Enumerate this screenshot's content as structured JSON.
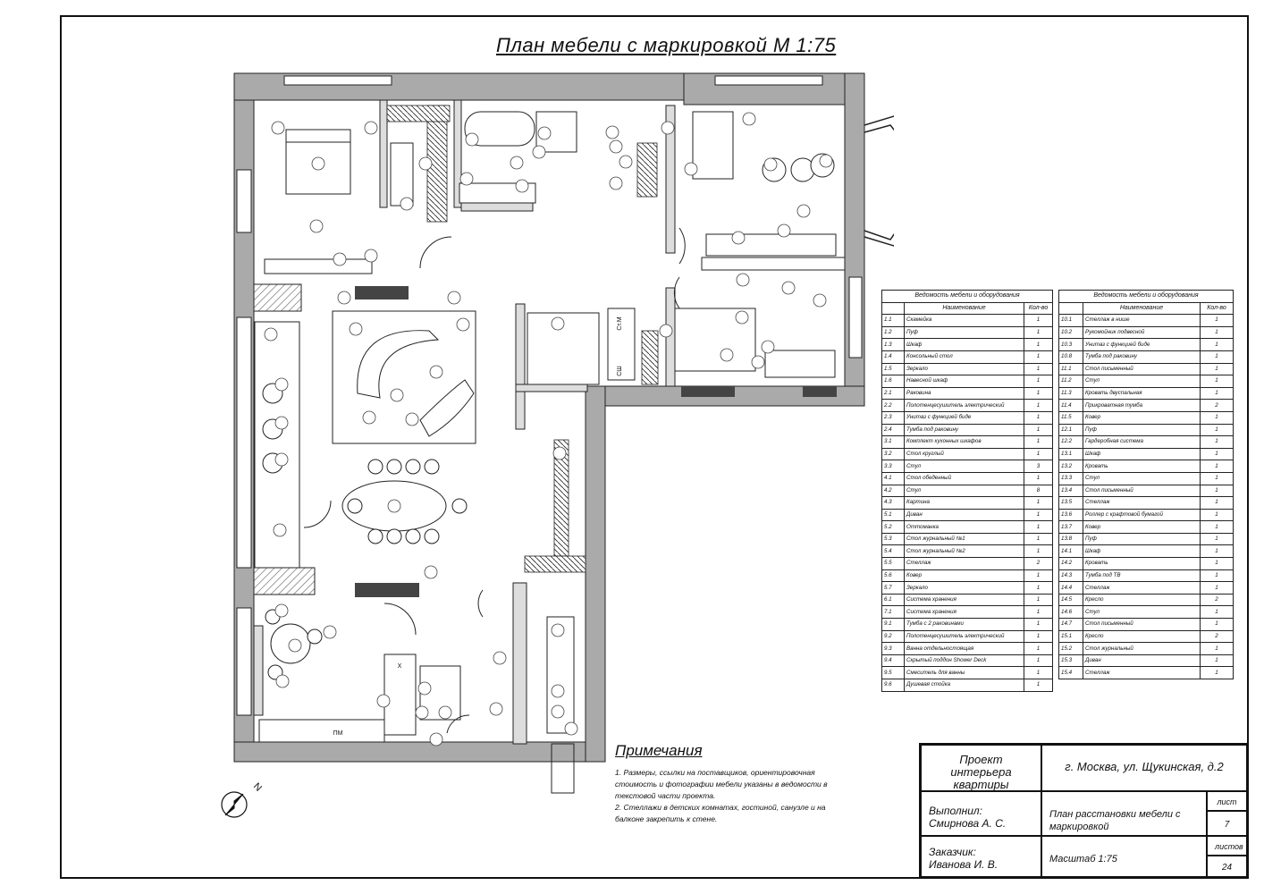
{
  "title": "План мебели с маркировкой М 1:75",
  "rooms": {
    "cupboard_labels": [
      "Ст.М",
      "СШ"
    ],
    "kitchen_labels": [
      "ПМ",
      "X"
    ]
  },
  "compass": {
    "label": "N"
  },
  "schedule": {
    "title": "Ведомость мебели и оборудования",
    "headers": [
      "Наименование",
      "Кол-во"
    ],
    "table1": [
      [
        "1.1",
        "Скамейка",
        "1"
      ],
      [
        "1.2",
        "Пуф",
        "1"
      ],
      [
        "1.3",
        "Шкаф",
        "1"
      ],
      [
        "1.4",
        "Консольный стол",
        "1"
      ],
      [
        "1.5",
        "Зеркало",
        "1"
      ],
      [
        "1.6",
        "Навесной шкаф",
        "1"
      ],
      [
        "2.1",
        "Раковина",
        "1"
      ],
      [
        "2.2",
        "Полотенцесушитель электрический",
        "1"
      ],
      [
        "2.3",
        "Унитаз с функцией биде",
        "1"
      ],
      [
        "2.4",
        "Тумба под раковину",
        "1"
      ],
      [
        "3.1",
        "Комплект кухонных шкафов",
        "1"
      ],
      [
        "3.2",
        "Стол круглый",
        "1"
      ],
      [
        "3.3",
        "Стул",
        "3"
      ],
      [
        "4.1",
        "Стол обеденный",
        "1"
      ],
      [
        "4.2",
        "Стул",
        "8"
      ],
      [
        "4.3",
        "Картина",
        "1"
      ],
      [
        "5.1",
        "Диван",
        "1"
      ],
      [
        "5.2",
        "Оттоманка",
        "1"
      ],
      [
        "5.3",
        "Стол журнальный №1",
        "1"
      ],
      [
        "5.4",
        "Стол журнальный №2",
        "1"
      ],
      [
        "5.5",
        "Стеллаж",
        "2"
      ],
      [
        "5.6",
        "Ковер",
        "1"
      ],
      [
        "5.7",
        "Зеркало",
        "1"
      ],
      [
        "6.1",
        "Система хранения",
        "1"
      ],
      [
        "7.1",
        "Система хранения",
        "1"
      ],
      [
        "9.1",
        "Тумба с 2 раковинами",
        "1"
      ],
      [
        "9.2",
        "Полотенцесушитель электрический",
        "1"
      ],
      [
        "9.3",
        "Ванна отдельностоящая",
        "1"
      ],
      [
        "9.4",
        "Скрытый поддон Shower Deck",
        "1"
      ],
      [
        "9.5",
        "Смеситель для ванны",
        "1"
      ],
      [
        "9.6",
        "Душевая стойка",
        "1"
      ]
    ],
    "table2": [
      [
        "10.1",
        "Стеллаж в нише",
        "1"
      ],
      [
        "10.2",
        "Рукомойник подвесной",
        "1"
      ],
      [
        "10.3",
        "Унитаз с функцией биде",
        "1"
      ],
      [
        "10.8",
        "Тумба под раковину",
        "1"
      ],
      [
        "11.1",
        "Стол письменный",
        "1"
      ],
      [
        "11.2",
        "Стул",
        "1"
      ],
      [
        "11.3",
        "Кровать двуспальная",
        "1"
      ],
      [
        "11.4",
        "Прикроватная тумба",
        "2"
      ],
      [
        "11.5",
        "Ковер",
        "1"
      ],
      [
        "12.1",
        "Пуф",
        "1"
      ],
      [
        "12.2",
        "Гардеробная система",
        "1"
      ],
      [
        "13.1",
        "Шкаф",
        "1"
      ],
      [
        "13.2",
        "Кровать",
        "1"
      ],
      [
        "13.3",
        "Стул",
        "1"
      ],
      [
        "13.4",
        "Стол письменный",
        "1"
      ],
      [
        "13.5",
        "Стеллаж",
        "1"
      ],
      [
        "13.6",
        "Роллер с крафтовой бумагой",
        "1"
      ],
      [
        "13.7",
        "Ковер",
        "1"
      ],
      [
        "13.8",
        "Пуф",
        "1"
      ],
      [
        "14.1",
        "Шкаф",
        "1"
      ],
      [
        "14.2",
        "Кровать",
        "1"
      ],
      [
        "14.3",
        "Тумба под ТВ",
        "1"
      ],
      [
        "14.4",
        "Стеллаж",
        "1"
      ],
      [
        "14.5",
        "Кресло",
        "2"
      ],
      [
        "14.6",
        "Стул",
        "1"
      ],
      [
        "14.7",
        "Стол письменный",
        "1"
      ],
      [
        "15.1",
        "Кресло",
        "2"
      ],
      [
        "15.2",
        "Стол журнальный",
        "1"
      ],
      [
        "15.3",
        "Диван",
        "1"
      ],
      [
        "15.4",
        "Стеллаж",
        "1"
      ]
    ]
  },
  "notes": {
    "heading": "Примечания",
    "items": [
      "1. Размеры, ссылки на поставщиков, ориентировочная стоимость и фотографии мебели указаны в ведомости в текстовой части проекта.",
      "2. Стеллажи в детских комнатах, гостиной, санузле и на балконе закрепить к стене."
    ]
  },
  "stamp": {
    "project": "Проект интерьера квартиры",
    "address": "г. Москва, ул. Щукинская, д.2",
    "performed_label": "Выполнил:",
    "performed_name": "Смирнова А. С.",
    "customer_label": "Заказчик:",
    "customer_name": "Иванова И. В.",
    "sheet_title": "План расстановки мебели с маркировкой",
    "scale": "Масштаб 1:75",
    "sheet_label": "лист",
    "sheet_number": "7",
    "sheets_label": "листов",
    "sheets_total": "24"
  }
}
